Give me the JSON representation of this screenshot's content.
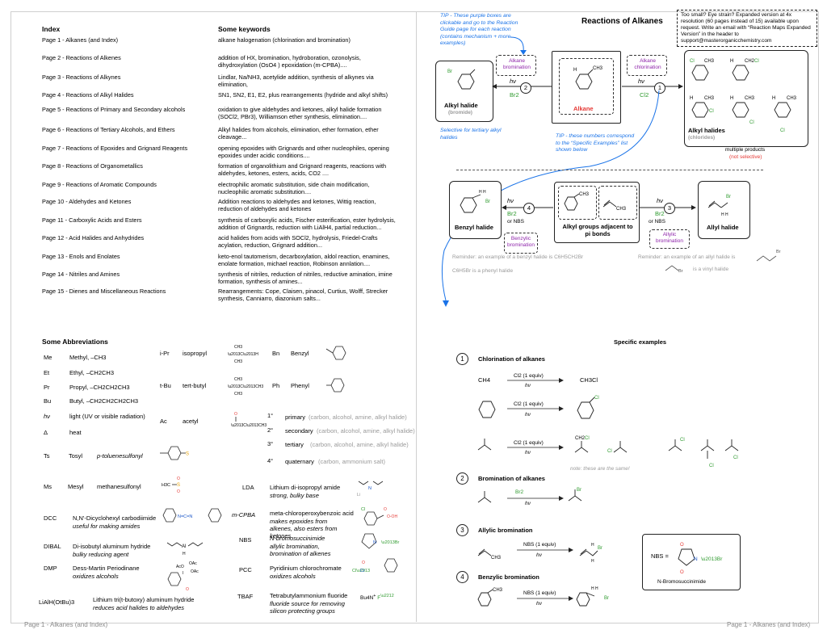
{
  "index": {
    "header_index": "Index",
    "header_keywords": "Some keywords",
    "rows": [
      {
        "page": "Page 1 - Alkanes (and Index)",
        "keywords": "alkane halogenation (chlorination and bromination)"
      },
      {
        "page": "Page 2 - Reactions of Alkenes",
        "keywords": "addition of HX, bromination, hydroboration, ozonolysis, dihydroxylation (OsO4 ) epoxidation (m-CPBA)...."
      },
      {
        "page": "Page 3 - Reactions of Alkynes",
        "keywords": "Lindlar, Na/NH3, acetylide addition, synthesis of alkynes via elimination,"
      },
      {
        "page": "Page 4 - Reactions of Alkyl Halides",
        "keywords": "SN1, SN2, E1, E2, plus rearrangements (hydride and alkyl shifts)"
      },
      {
        "page": "Page 5 - Reactions of Primary and Secondary alcohols",
        "keywords": "oxidation to give aldehydes and ketones, alkyl halide formation (SOCl2, PBr3), Williamson ether synthesis, elimination...."
      },
      {
        "page": "Page 6 - Reactions of Tertiary Alcohols, and Ethers",
        "keywords": "Alkyl halides from alcohols, elimination, ether formation, ether cleavage..."
      },
      {
        "page": "Page 7 - Reactions of Epoxides and Grignard Reagents",
        "keywords": "opening epoxides with Grignards and other nucleophiles, opening epoxides under acidic conditions...."
      },
      {
        "page": "Page 8 - Reactions of Organometallics",
        "keywords": "formation of organolithium and Grignard reagents, reactions with aldehydes, ketones, esters, acids, CO2 ...."
      },
      {
        "page": "Page 9 - Reactions of Aromatic Compounds",
        "keywords": "electrophilic aromatic substitution, side chain modification, nucleophilic aromatic substitution...."
      },
      {
        "page": "Page 10 - Aldehydes and Ketones",
        "keywords": "Addition reactions to aldehydes and ketones, Wittig reaction, reduction of aldehydes and ketones"
      },
      {
        "page": "Page 11 - Carboxylic Acids and Esters",
        "keywords": "synthesis of carboxylic acids, Fischer esterification, ester hydrolysis, addition of Grignards, reduction with LiAlH4, partial reduction..."
      },
      {
        "page": "Page 12 - Acid Halides and Anhydrides",
        "keywords": "acid halides from acids with SOCl2, hydrolysis, Friedel-Crafts acylation, reduction, Grignard addition..."
      },
      {
        "page": "Page 13 - Enols and Enolates",
        "keywords": "keto-enol tautomerism, decarboxylation, aldol reaction, enamines, enolate formation, michael reaction, Robinson annlation...."
      },
      {
        "page": "Page 14 - Nitriles and Amines",
        "keywords": "synthesis of nitriles, reduction of nitriles, reductive amination, imine formation, synthesis of amines..."
      },
      {
        "page": "Page 15 - Dienes and Miscellaneous Reactions",
        "keywords": "Rearrangements: Cope, Claisen, pinacol, Curtius, Wolff, Strecker synthesis, Canniarro, diazonium salts..."
      }
    ]
  },
  "abbrev": {
    "title": "Some Abbreviations",
    "left": [
      {
        "abbr": "Me",
        "full": "Methyl, –CH3"
      },
      {
        "abbr": "Et",
        "full": "Ethyl, –CH2CH3"
      },
      {
        "abbr": "Pr",
        "full": "Propyl, –CH2CH2CH3"
      },
      {
        "abbr": "Bu",
        "full": "Butyl, –CH2CH2CH2CH3"
      },
      {
        "abbr": "hν",
        "full": "light (UV or visible radiation)"
      },
      {
        "abbr": "Δ",
        "full": "heat"
      }
    ],
    "ts": {
      "abbr": "Ts",
      "name": "Tosyl",
      "full": "p-toluenesulfonyl"
    },
    "ms": {
      "abbr": "Ms",
      "name": "Mesyl",
      "full": "methanesulfonyl"
    },
    "dcc": {
      "abbr": "DCC",
      "full": "N,N'-Dicyclohexyl carbodiimide",
      "note": "useful for making amides"
    },
    "dibal": {
      "abbr": "DIBAL",
      "full": "Di-isobutyl aluminum hydride",
      "note": "bulky reducing agent"
    },
    "dmp": {
      "abbr": "DMP",
      "full": "Dess-Martin Periodinane",
      "note": "oxidizes alcohols"
    },
    "lialh": {
      "abbr": "LiAlH(OtBu)3",
      "full": "Lithium tri(t-butoxy) aluminum hydride",
      "note": "reduces acid halides to aldehydes"
    },
    "mid": [
      {
        "abbr": "i-Pr",
        "full": "isopropyl"
      },
      {
        "abbr": "t-Bu",
        "full": "tert-butyl"
      },
      {
        "abbr": "Ac",
        "full": "acetyl"
      }
    ],
    "right": [
      {
        "abbr": "Bn",
        "full": "Benzyl"
      },
      {
        "abbr": "Ph",
        "full": "Phenyl"
      }
    ],
    "degrees": [
      {
        "deg": "1°",
        "name": "primary",
        "desc": "(carbon, alcohol, amine, alkyl halide)"
      },
      {
        "deg": "2°",
        "name": "secondary",
        "desc": "(carbon, alcohol, amine, alkyl halide)"
      },
      {
        "deg": "3°",
        "name": "tertiary",
        "desc": "(carbon, alcohol, amine, alkyl halide)"
      },
      {
        "deg": "4°",
        "name": "quaternary",
        "desc": "(carbon, ammonium salt)"
      }
    ],
    "reagents": [
      {
        "abbr": "LDA",
        "full": "Lithium di-isopropyl amide",
        "note": "strong, bulky base"
      },
      {
        "abbr": "m-CPBA",
        "full": "meta-chloroperoxybenzoic acid",
        "note": "makes epoxides from alkenes, also esters from ketones"
      },
      {
        "abbr": "NBS",
        "full": "N-bromosuccinimide",
        "note": "allylic bromination, bromination of alkenes"
      },
      {
        "abbr": "PCC",
        "full": "Pyridinium chlorochromate",
        "note": "oxidizes alcohols"
      },
      {
        "abbr": "TBAF",
        "full": "Tetrabutylammonium fluoride",
        "note": "fluoride source for removing silicon protecting groups"
      }
    ]
  },
  "map": {
    "title": "Reactions of Alkanes",
    "tip1": "TIP - These purple boxes are clickable and go to the Reaction Guide page for each reaction (contains mechanism + more examples)",
    "tip2": "TIP - these numbers correspond to the “Specific Examples” list shown below",
    "too_small": "Too small? Eye strain? Expanded version at 4x resolution (60 pages instead of 15) available upon request. Write an email with “Reaction Maps Expanded Version” in the header to support@masterorganicchemistry.com",
    "alkane": "Alkane",
    "alkyl_halide": "Alkyl halide",
    "bromide": "(bromide)",
    "alkyl_halides": "Alkyl halides",
    "chlorides": "(chlorides)",
    "multiple": "multiple products",
    "not_selective": "(not selective)",
    "selective": "Selective for tertiary alkyl halides",
    "alkane_bromination": "Alkane bromination",
    "alkane_chlorination": "Alkane chlorination",
    "hv": "hν",
    "br2": "Br2",
    "cl2": "Cl2",
    "or_nbs": "or NBS",
    "benzyl_halide": "Benzyl halide",
    "allyl_halide": "Allyl halide",
    "groups": "Alkyl groups adjacent to pi bonds",
    "benzylic_bromination": "Benzylic bromination",
    "allylic_bromination": "Allylic bromination",
    "reminder1": "Reminder: an example of a benzyl halide is C6H5CH2Br",
    "reminder1b": "C6H5Br is a phenyl halide",
    "reminder2": "Reminder: an example of an allyl halide is",
    "reminder2b": "is a vinyl halide"
  },
  "examples": {
    "title": "Specific examples",
    "chlorination": "Chlorination of alkanes",
    "bromination": "Bromination of alkanes",
    "allylic": "Allylic bromination",
    "benzylic": "Benzylic bromination",
    "cl2_equiv": "Cl2 (1 equiv)",
    "br2": "Br2",
    "nbs_equiv": "NBS (1 equiv)",
    "ch4": "CH4",
    "ch3cl": "CH3Cl",
    "note": "note: these are the same!",
    "nbs_eq": "NBS =",
    "nbs_name": "N-Bromosuccinimide"
  },
  "footer": {
    "left": "Page 1 - Alkanes (and Index)",
    "right": "Page 1 - Alkanes (and Index)"
  },
  "colors": {
    "accent_blue": "#1a73e8",
    "accent_purple": "#8e24aa",
    "red": "#e53935",
    "green": "#2e9a2e"
  }
}
